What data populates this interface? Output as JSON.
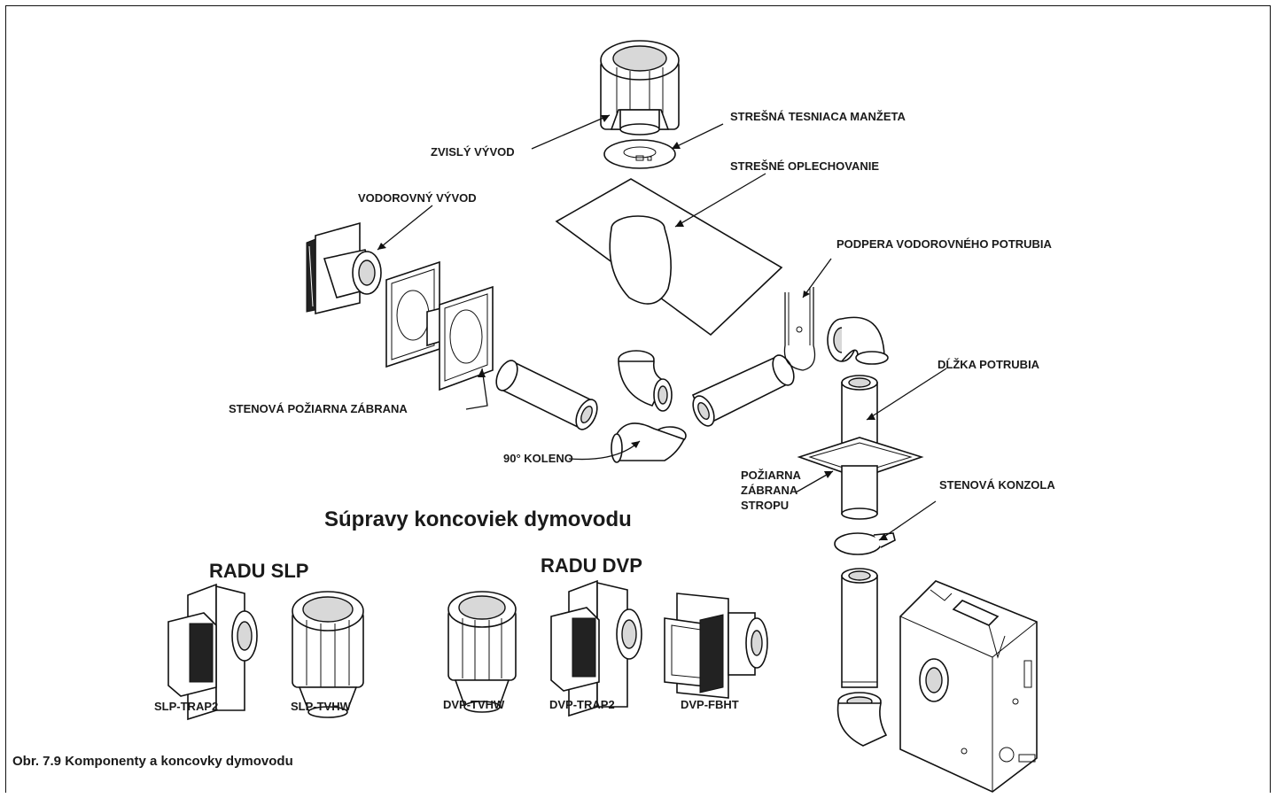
{
  "labels": {
    "vertical_termination": "ZVISLÝ VÝVOD",
    "roof_collar": "STREŠNÁ TESNIACA MANŽETA",
    "roof_flashing": "STREŠNÉ OPLECHOVANIE",
    "horizontal_termination": "VODOROVNÝ VÝVOD",
    "horizontal_support": "PODPERA VODOROVNÉHO POTRUBIA",
    "pipe_length": "DĹŽKA POTRUBIA",
    "wall_firestop": "STENOVÁ POŽIARNA ZÁBRANA",
    "elbow_90": "90° KOLENO",
    "ceiling_firestop_1": "POŽIARNA",
    "ceiling_firestop_2": "ZÁBRANA",
    "ceiling_firestop_3": "STROPU",
    "wall_bracket": "STENOVÁ KONZOLA"
  },
  "kits": {
    "title": "Súpravy koncoviek dymovodu",
    "slp_series": "RADU SLP",
    "dvp_series": "RADU DVP",
    "slp_trap2": "SLP-TRAP2",
    "slp_tvhw": "SLP-TVHW",
    "dvp_tvhw": "DVP-TVHW",
    "dvp_trap2": "DVP-TRAP2",
    "dvp_fbht": "DVP-FBHT"
  },
  "caption": "Obr. 7.9  Komponenty a koncovky dymovodu"
}
